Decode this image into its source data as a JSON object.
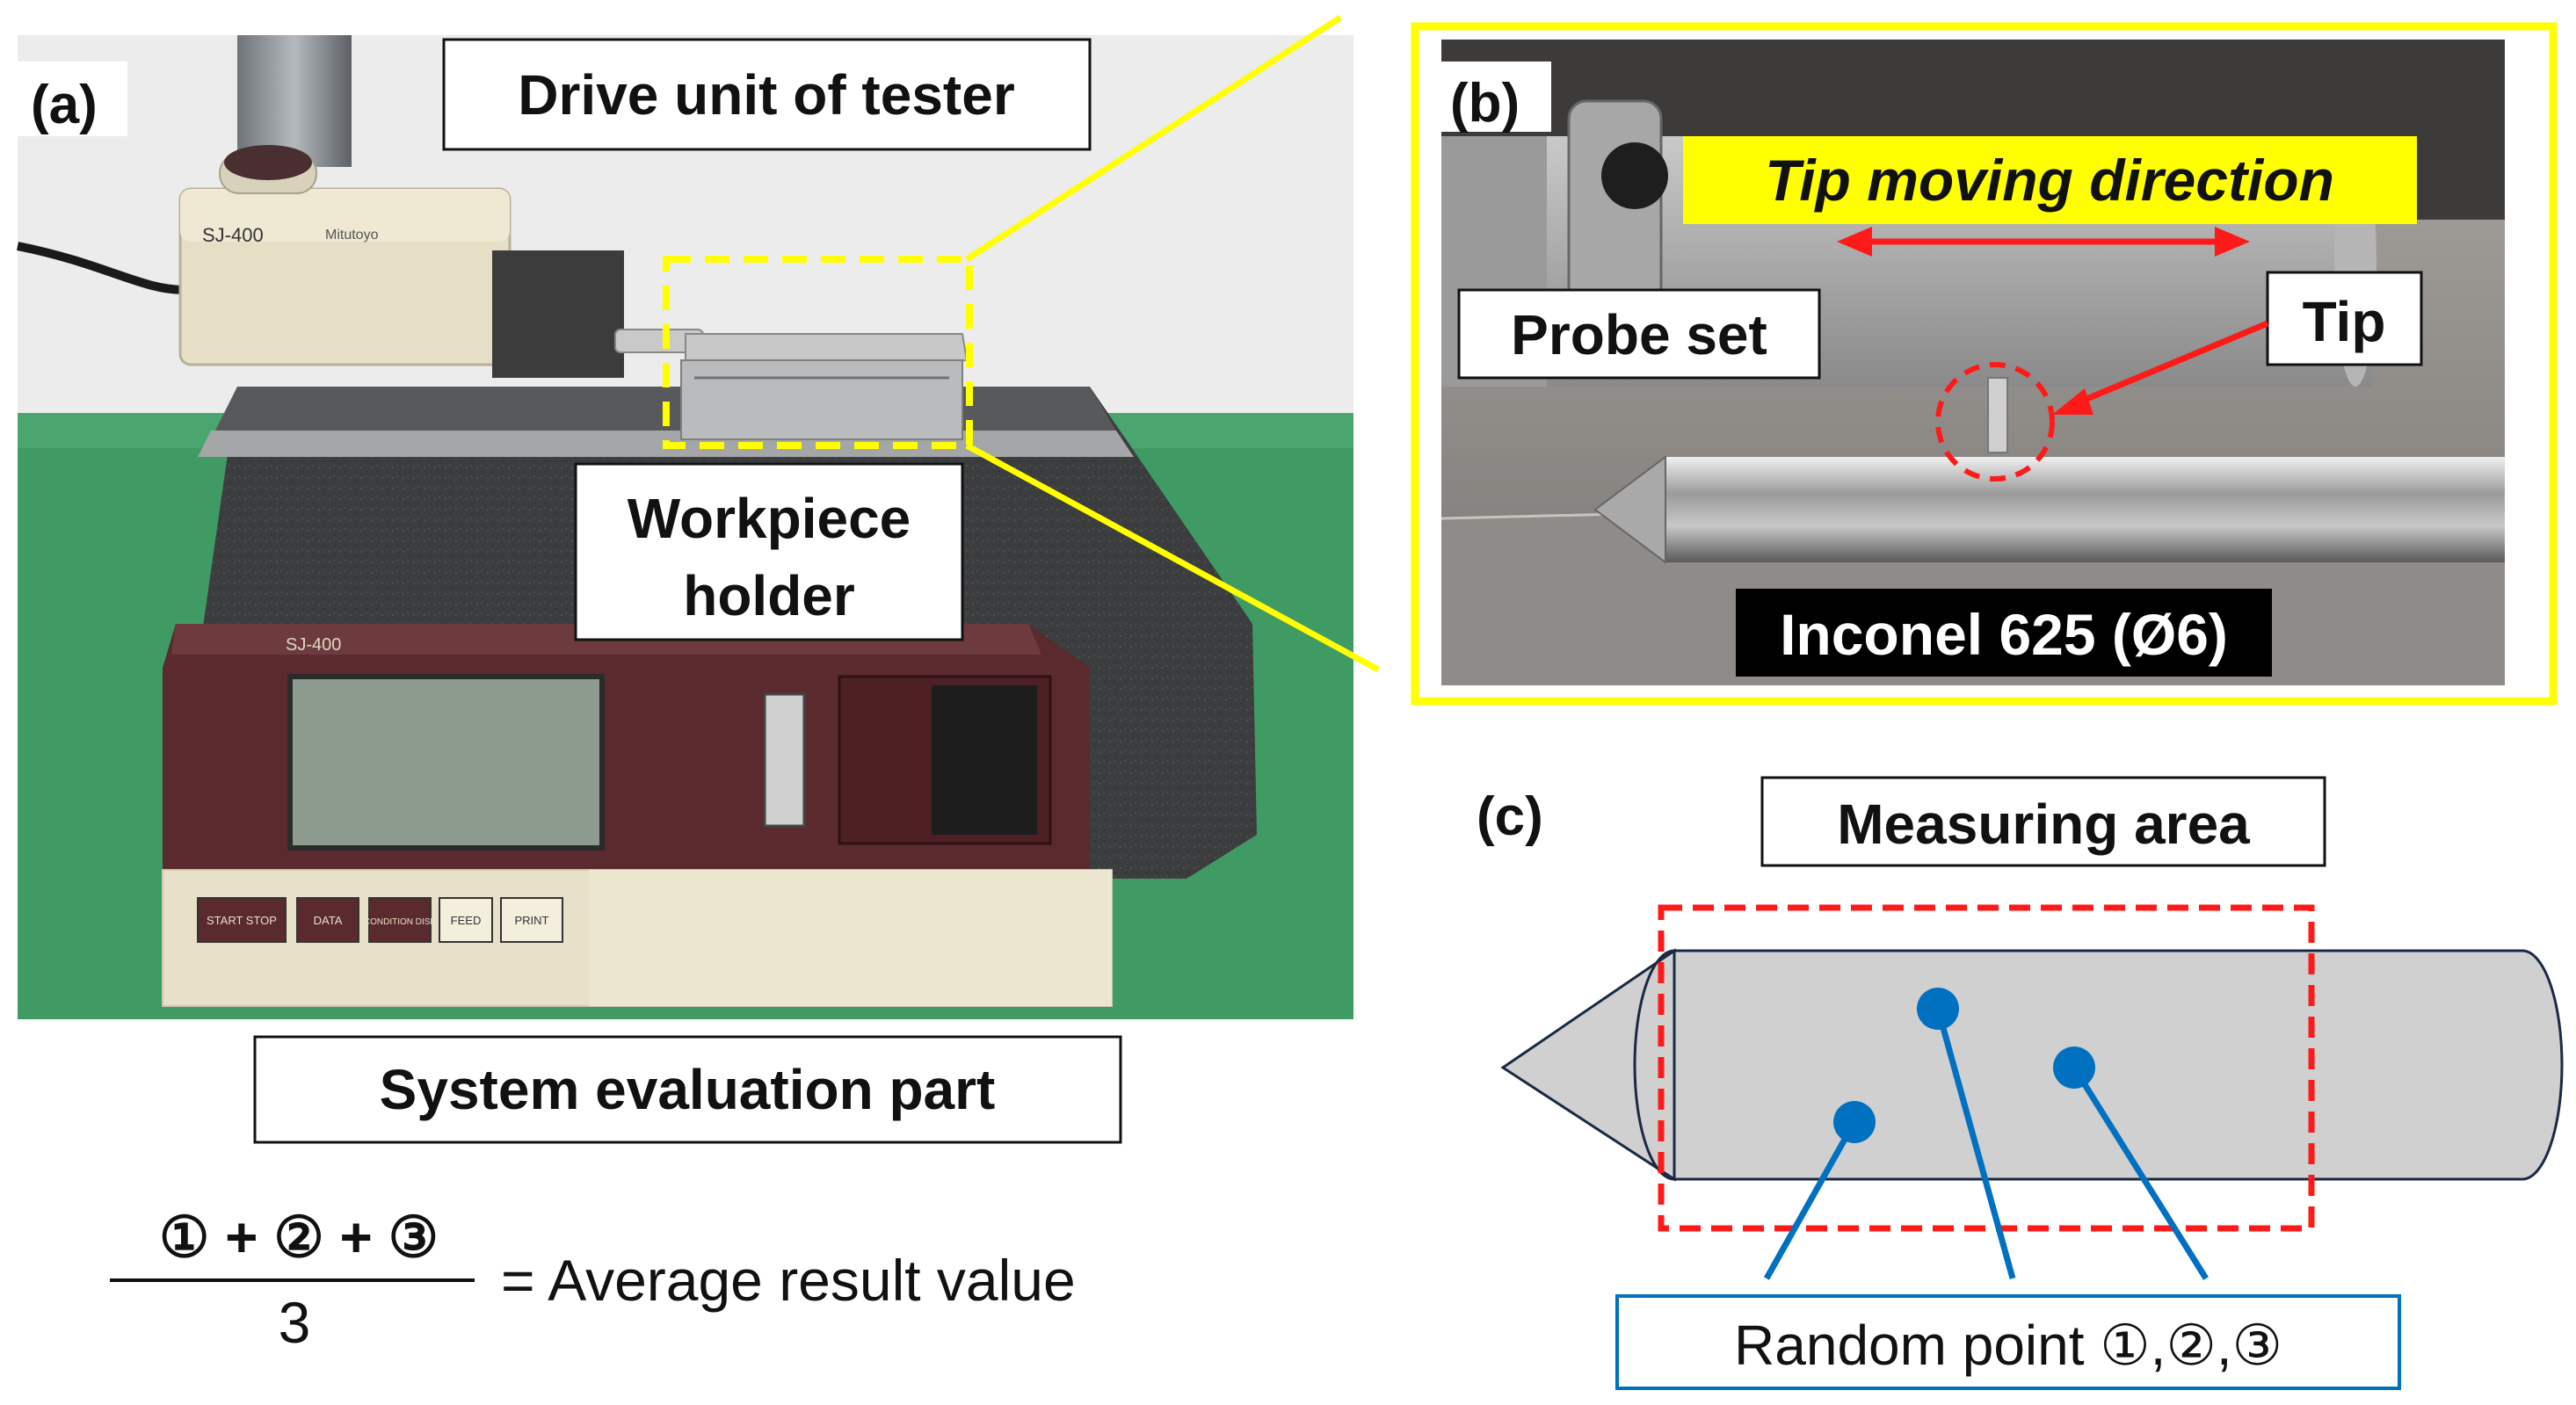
{
  "panel_a": {
    "label": "(a)",
    "drive_unit": "Drive unit of tester",
    "workpiece_holder_line1": "Workpiece",
    "workpiece_holder_line2": "holder",
    "system_evaluation": "System evaluation part",
    "tester_model": "SJ-400",
    "tester_brand": "Mitutoyo",
    "buttons": [
      "START STOP",
      "DATA",
      "CONDITION DISP",
      "FEED",
      "PRINT"
    ],
    "formula": {
      "numerator": "① + ② + ③",
      "denominator": "3",
      "result": "=  Average result value"
    }
  },
  "panel_b": {
    "label": "(b)",
    "tip_direction": "Tip moving direction",
    "probe_set": "Probe set",
    "tip": "Tip",
    "material": "Inconel 625 (Ø6)"
  },
  "panel_c": {
    "label": "(c)",
    "measuring_area": "Measuring area",
    "random_points": "Random point ①,②,③"
  },
  "colors": {
    "highlight_yellow": "#ffff00",
    "dash_red": "#ff1a1a",
    "point_blue": "#0070c0",
    "cylinder_gray": "#d0d0d0",
    "tester_maroon": "#5a2a2e",
    "tester_cream": "#e8e0c8"
  }
}
